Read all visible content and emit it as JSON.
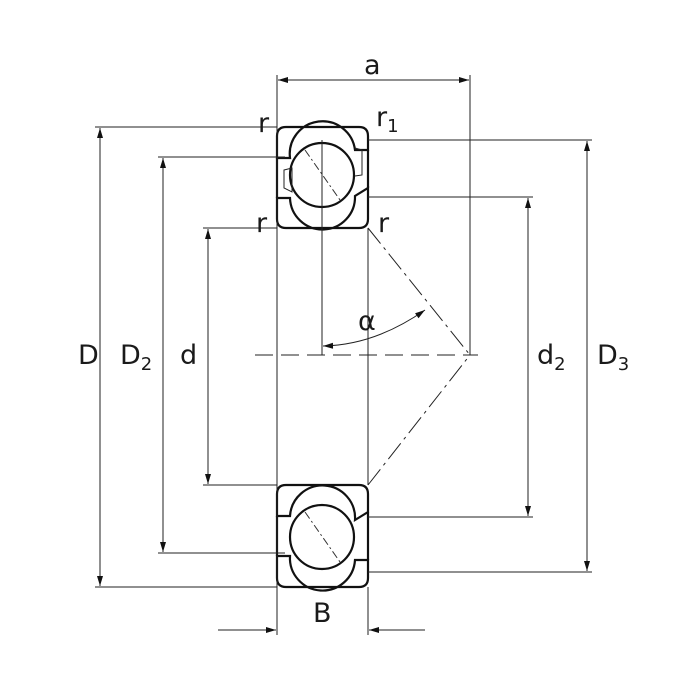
{
  "labels": {
    "a": "a",
    "r_top_left": "r",
    "r1": "r",
    "r1_sub": "1",
    "r_inner_left": "r",
    "r_inner_right": "r",
    "alpha": "α",
    "D": "D",
    "D2": "D",
    "D2_sub": "2",
    "d": "d",
    "d2": "d",
    "d2_sub": "2",
    "D3": "D",
    "D3_sub": "3",
    "B": "B"
  },
  "colors": {
    "line": "#111111",
    "hatch": "#444444",
    "background": "#ffffff"
  }
}
